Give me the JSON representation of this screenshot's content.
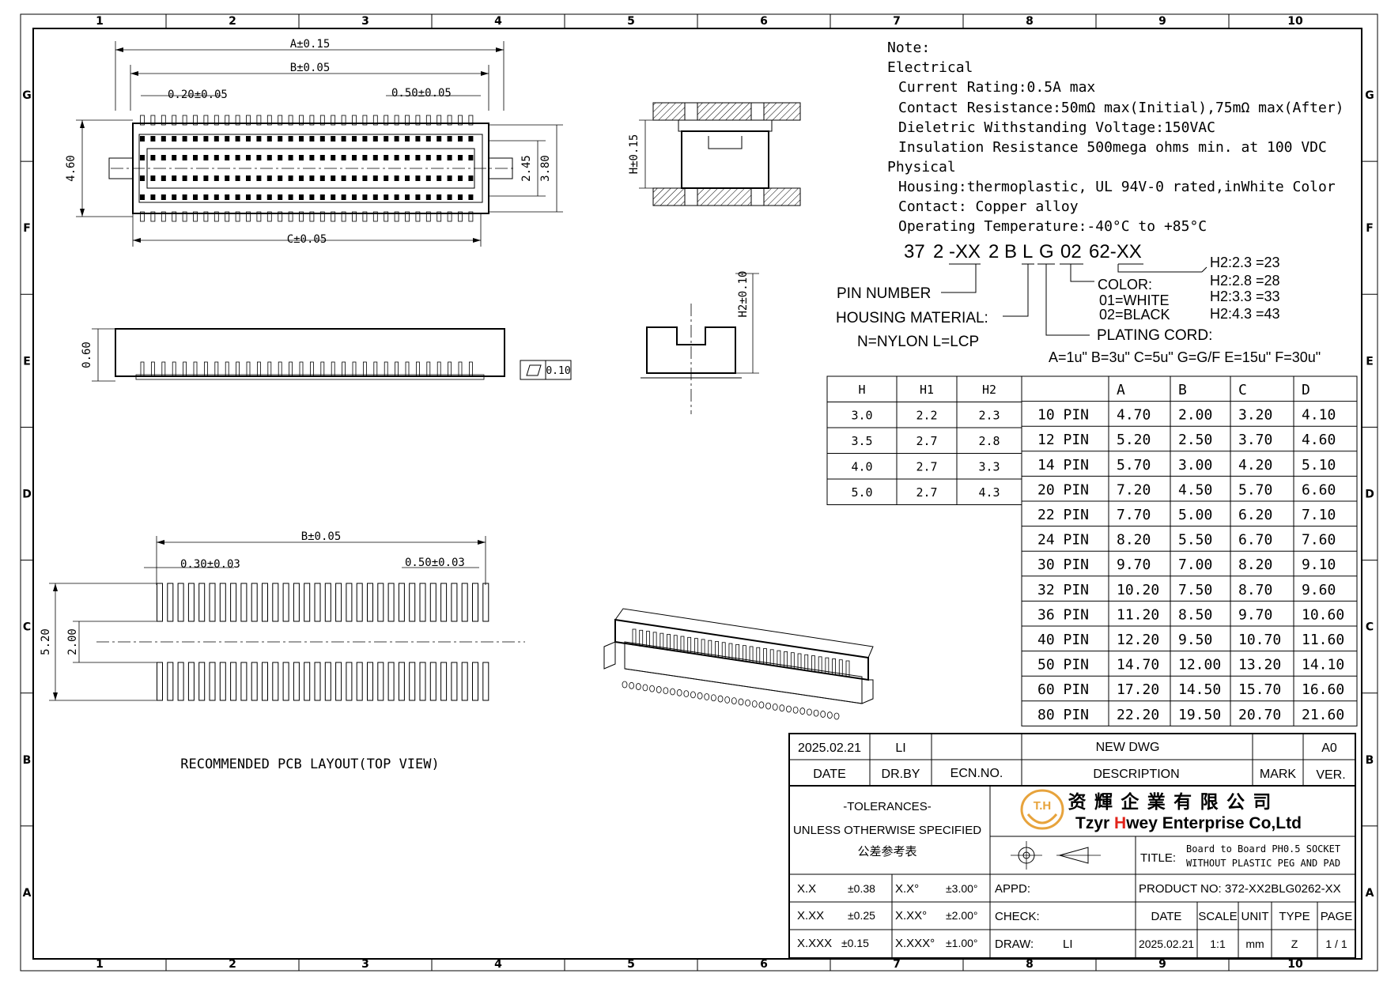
{
  "border": {
    "cols": [
      "1",
      "2",
      "3",
      "4",
      "5",
      "6",
      "7",
      "8",
      "9",
      "10"
    ],
    "rows": [
      "G",
      "F",
      "E",
      "D",
      "C",
      "B",
      "A"
    ]
  },
  "top_view": {
    "dim_a": "A±0.15",
    "dim_b": "B±0.05",
    "dim_c": "C±0.05",
    "pin_width": "0.20±0.05",
    "pitch": "0.50±0.05",
    "height": "4.60",
    "inner_h1": "2.45",
    "inner_h2": "3.80"
  },
  "side_view": {
    "height": "0.60",
    "flatness": "0.10"
  },
  "section_view": {
    "h": "H±0.15"
  },
  "end_view": {
    "h2": "H2±0.10"
  },
  "pcb_layout": {
    "dim_b": "B±0.05",
    "pad_width": "0.30±0.03",
    "pitch": "0.50±0.03",
    "height": "5.20",
    "gap": "2.00",
    "caption": "RECOMMENDED PCB LAYOUT(TOP VIEW)"
  },
  "notes": {
    "title": "Note:",
    "electrical_label": "Electrical",
    "electrical": [
      "Current Rating:0.5A max",
      "Contact Resistance:50mΩ max(Initial),75mΩ max(After)",
      "Dieletric Withstanding Voltage:150VAC",
      "Insulation Resistance 500mega ohms min. at 100 VDC"
    ],
    "physical_label": "Physical",
    "physical": [
      "Housing:thermoplastic, UL 94V-0 rated,inWhite Color",
      "Contact: Copper alloy",
      "Operating Temperature:-40°C to +85°C"
    ]
  },
  "part_code": {
    "segments": [
      "37",
      "2",
      "-XX",
      "2",
      "B",
      "L",
      "G",
      "02",
      "62-XX"
    ],
    "pin_number": "PIN NUMBER",
    "housing_material": "HOUSING MATERIAL:",
    "housing_options": "N=NYLON   L=LCP",
    "plating_cord": "PLATING CORD:",
    "plating_options": "A=1u\"  B=3u\"  C=5u\" G=G/F E=15u\" F=30u\"",
    "color_label": "COLOR:",
    "color_options": [
      "01=WHITE",
      "02=BLACK"
    ],
    "h2_options": [
      "H2:2.3 =23",
      "H2:2.8 =28",
      "H2:3.3 =33",
      "H2:4.3 =43"
    ]
  },
  "h_table": {
    "headers": [
      "H",
      "H1",
      "H2"
    ],
    "rows": [
      [
        "3.0",
        "2.2",
        "2.3"
      ],
      [
        "3.5",
        "2.7",
        "2.8"
      ],
      [
        "4.0",
        "2.7",
        "3.3"
      ],
      [
        "5.0",
        "2.7",
        "4.3"
      ]
    ]
  },
  "dim_table": {
    "headers": [
      "",
      "A",
      "B",
      "C",
      "D"
    ],
    "rows": [
      [
        "10  PIN",
        "4.70",
        "2.00",
        "3.20",
        "4.10"
      ],
      [
        "12  PIN",
        "5.20",
        "2.50",
        "3.70",
        "4.60"
      ],
      [
        "14  PIN",
        "5.70",
        "3.00",
        "4.20",
        "5.10"
      ],
      [
        "20  PIN",
        "7.20",
        "4.50",
        "5.70",
        "6.60"
      ],
      [
        "22  PIN",
        "7.70",
        "5.00",
        "6.20",
        "7.10"
      ],
      [
        "24  PIN",
        "8.20",
        "5.50",
        "6.70",
        "7.60"
      ],
      [
        "30  PIN",
        "9.70",
        "7.00",
        "8.20",
        "9.10"
      ],
      [
        "32  PIN",
        "10.20",
        "7.50",
        "8.70",
        "9.60"
      ],
      [
        "36  PIN",
        "11.20",
        "8.50",
        "9.70",
        "10.60"
      ],
      [
        "40  PIN",
        "12.20",
        "9.50",
        "10.70",
        "11.60"
      ],
      [
        "50  PIN",
        "14.70",
        "12.00",
        "13.20",
        "14.10"
      ],
      [
        "60  PIN",
        "17.20",
        "14.50",
        "15.70",
        "16.60"
      ],
      [
        "80  PIN",
        "22.20",
        "19.50",
        "20.70",
        "21.60"
      ]
    ]
  },
  "revision": {
    "date": "2025.02.21",
    "drby": "LI",
    "ecn": "",
    "description": "NEW DWG",
    "mark": "",
    "ver": "A0",
    "h_date": "DATE",
    "h_drby": "DR.BY",
    "h_ecn": "ECN.NO.",
    "h_desc": "DESCRIPTION",
    "h_mark": "MARK",
    "h_ver": "VER."
  },
  "tolerances": {
    "l1": "-TOLERANCES-",
    "l2": "UNLESS OTHERWISE SPECIFIED",
    "l3": "公差参考表",
    "rows": [
      [
        "X.X",
        "±0.38",
        "X.X°",
        "±3.00°"
      ],
      [
        "X.XX",
        "±0.25",
        "X.XX°",
        "±2.00°"
      ],
      [
        "X.XXX",
        "±0.15",
        "X.XXX°",
        "±1.00°"
      ]
    ]
  },
  "company": {
    "logo": "T.H",
    "cn": "资 輝 企 業 有 限 公 司",
    "en_pre": "Tzyr ",
    "en_h": "H",
    "en_post": "wey Enterprise Co,Ltd",
    "brand_red": "#e2231a",
    "logo_gold": "#e7a33c"
  },
  "title_block": {
    "title_label": "TITLE:",
    "title_l1": "Board to Board PH0.5 SOCKET",
    "title_l2": "WITHOUT PLASTIC PEG AND PAD",
    "product_no": "PRODUCT NO: 372-XX2BLG0262-XX",
    "appd": "APPD:",
    "check": "CHECK:",
    "draw": "DRAW:",
    "drawer": "LI",
    "h_date": "DATE",
    "h_scale": "SCALE",
    "h_unit": "UNIT",
    "h_type": "TYPE",
    "h_page": "PAGE",
    "date": "2025.02.21",
    "scale": "1:1",
    "unit": "mm",
    "type": "Z",
    "page": "1 / 1"
  }
}
